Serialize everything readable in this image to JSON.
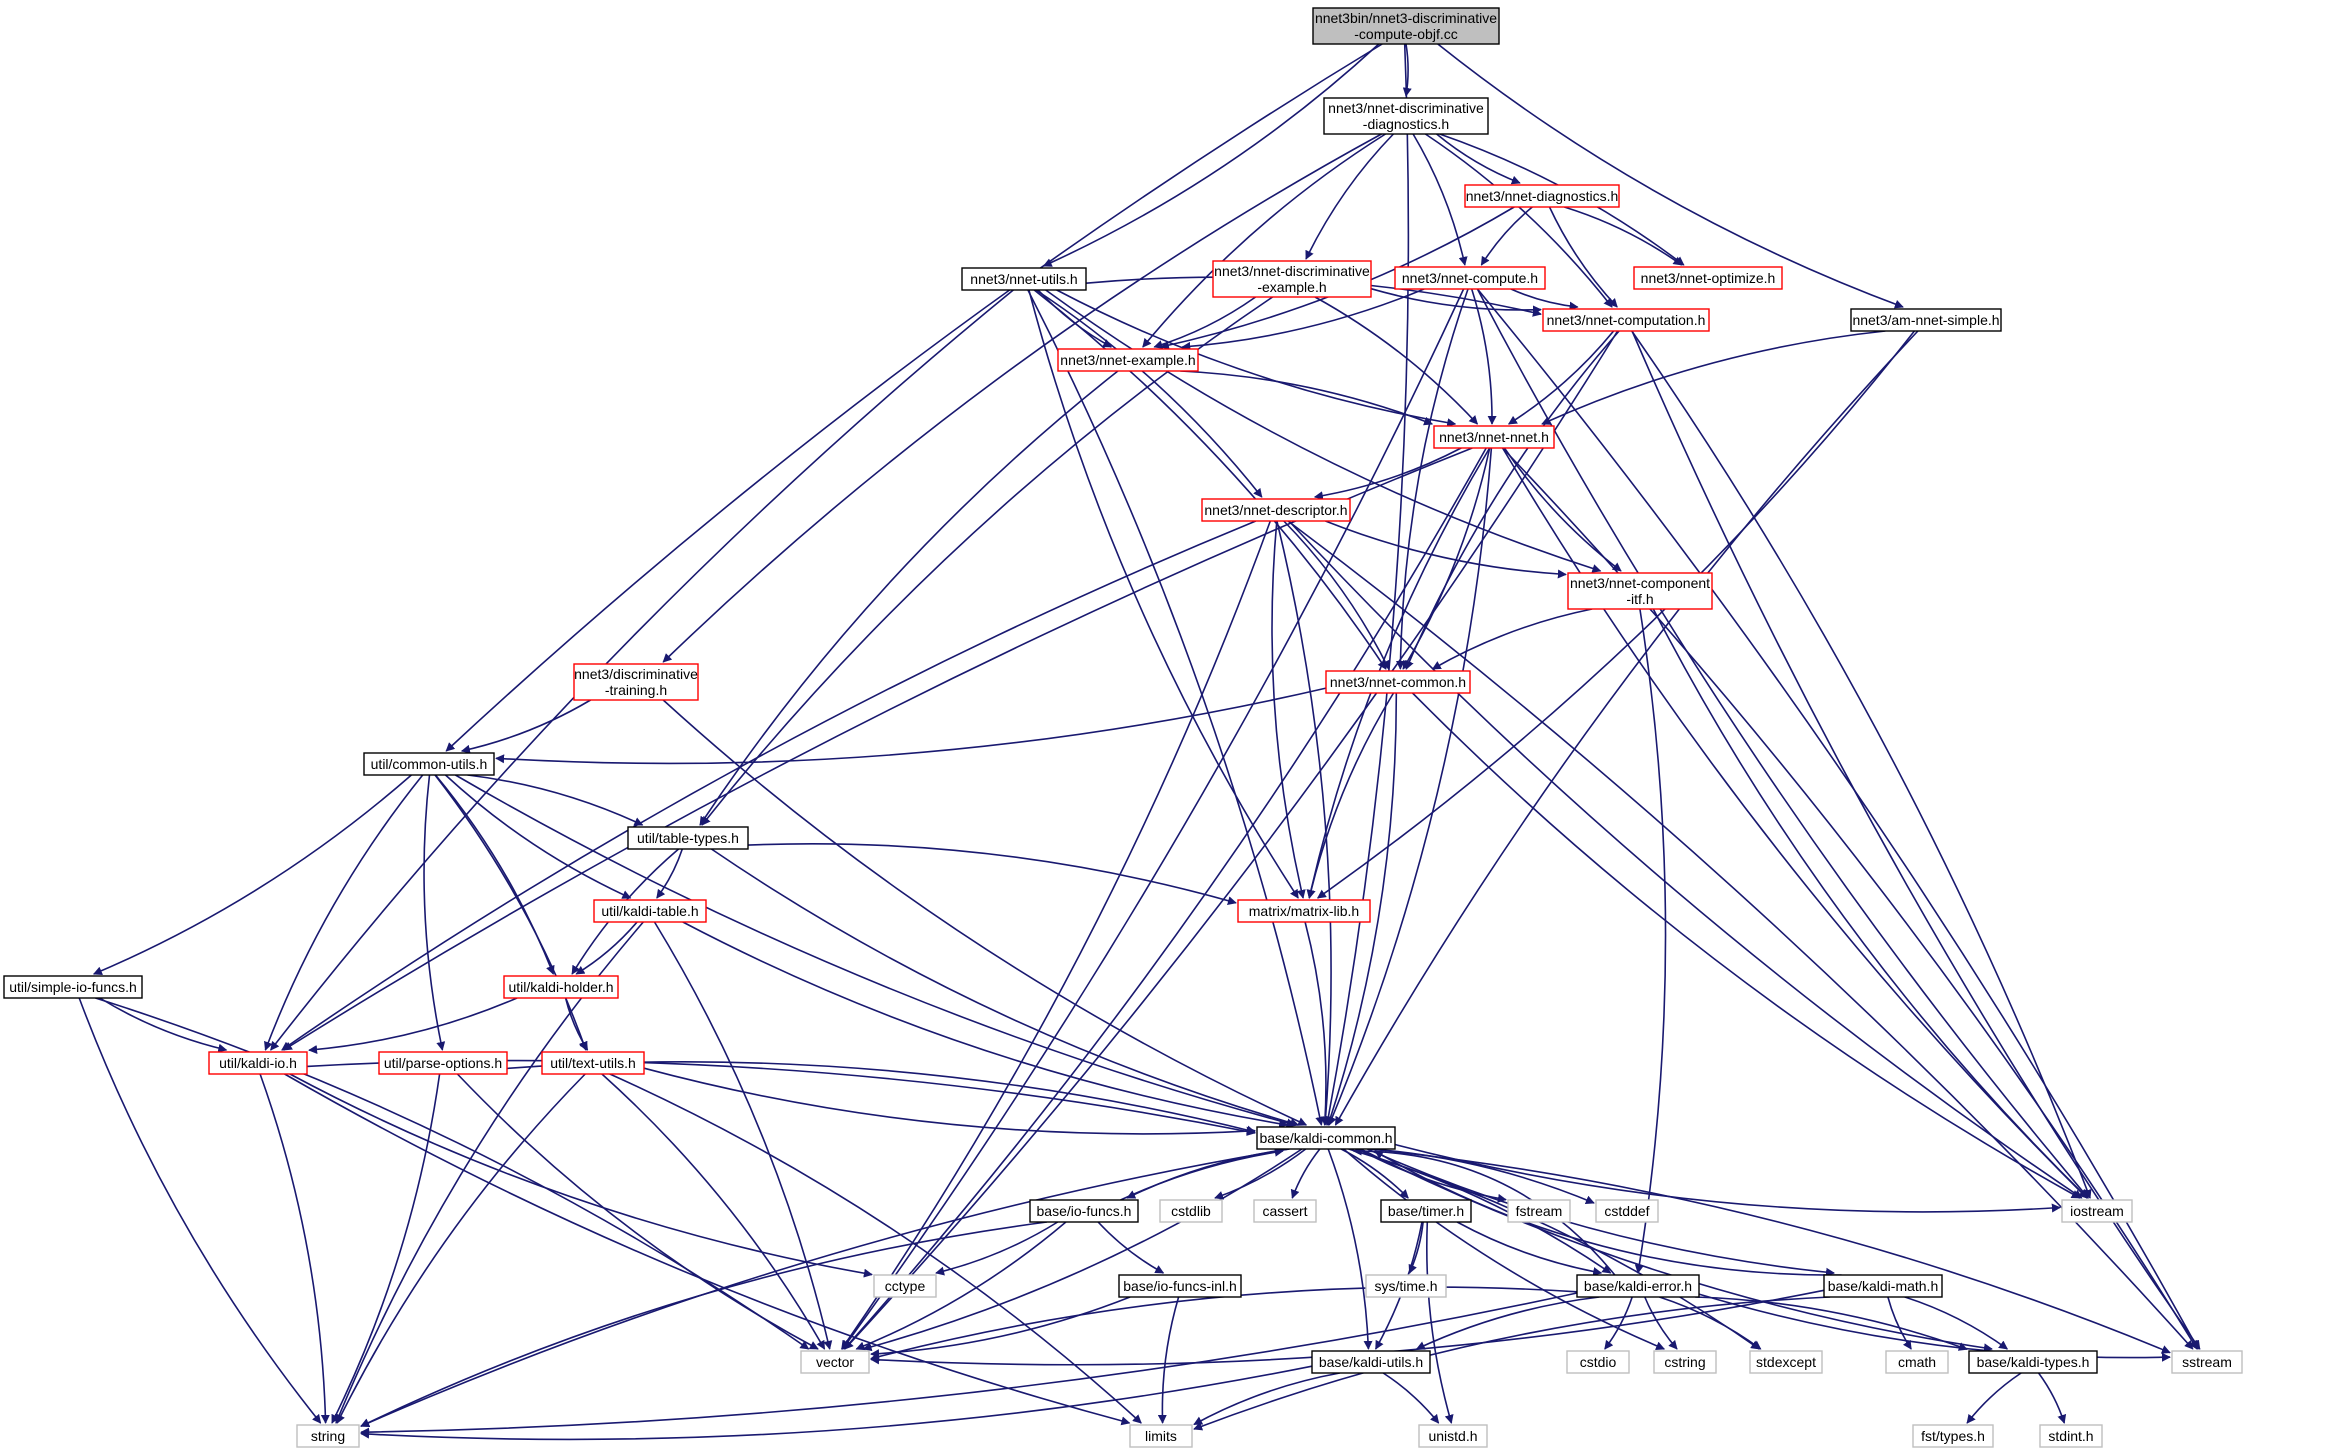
{
  "diagram": {
    "nodes": [
      {
        "id": "root",
        "lines": [
          "nnet3bin/nnet3-discriminative",
          "-compute-objf.cc"
        ],
        "style": "root"
      },
      {
        "id": "diagh",
        "lines": [
          "nnet3/nnet-discriminative",
          "-diagnostics.h"
        ],
        "style": "normal"
      },
      {
        "id": "amsimple",
        "lines": [
          "nnet3/am-nnet-simple.h"
        ],
        "style": "normal"
      },
      {
        "id": "diagnostics",
        "lines": [
          "nnet3/nnet-diagnostics.h"
        ],
        "style": "red"
      },
      {
        "id": "optimize",
        "lines": [
          "nnet3/nnet-optimize.h"
        ],
        "style": "red"
      },
      {
        "id": "discexample",
        "lines": [
          "nnet3/nnet-discriminative",
          "-example.h"
        ],
        "style": "red"
      },
      {
        "id": "compute",
        "lines": [
          "nnet3/nnet-compute.h"
        ],
        "style": "red"
      },
      {
        "id": "utils",
        "lines": [
          "nnet3/nnet-utils.h"
        ],
        "style": "normal"
      },
      {
        "id": "example",
        "lines": [
          "nnet3/nnet-example.h"
        ],
        "style": "red"
      },
      {
        "id": "computation",
        "lines": [
          "nnet3/nnet-computation.h"
        ],
        "style": "red"
      },
      {
        "id": "nnet",
        "lines": [
          "nnet3/nnet-nnet.h"
        ],
        "style": "red"
      },
      {
        "id": "descriptor",
        "lines": [
          "nnet3/nnet-descriptor.h"
        ],
        "style": "red"
      },
      {
        "id": "compitf",
        "lines": [
          "nnet3/nnet-component",
          "-itf.h"
        ],
        "style": "red"
      },
      {
        "id": "disctrain",
        "lines": [
          "nnet3/discriminative",
          "-training.h"
        ],
        "style": "red"
      },
      {
        "id": "common",
        "lines": [
          "nnet3/nnet-common.h"
        ],
        "style": "red"
      },
      {
        "id": "commonutils",
        "lines": [
          "util/common-utils.h"
        ],
        "style": "normal"
      },
      {
        "id": "tabletypes",
        "lines": [
          "util/table-types.h"
        ],
        "style": "normal"
      },
      {
        "id": "kalditable",
        "lines": [
          "util/kaldi-table.h"
        ],
        "style": "red"
      },
      {
        "id": "matrixlib",
        "lines": [
          "matrix/matrix-lib.h"
        ],
        "style": "red"
      },
      {
        "id": "simpleio",
        "lines": [
          "util/simple-io-funcs.h"
        ],
        "style": "normal"
      },
      {
        "id": "holder",
        "lines": [
          "util/kaldi-holder.h"
        ],
        "style": "red"
      },
      {
        "id": "kaldiio",
        "lines": [
          "util/kaldi-io.h"
        ],
        "style": "red"
      },
      {
        "id": "parseopts",
        "lines": [
          "util/parse-options.h"
        ],
        "style": "red"
      },
      {
        "id": "textutils",
        "lines": [
          "util/text-utils.h"
        ],
        "style": "red"
      },
      {
        "id": "kaldicommon",
        "lines": [
          "base/kaldi-common.h"
        ],
        "style": "normal"
      },
      {
        "id": "iofuncs",
        "lines": [
          "base/io-funcs.h"
        ],
        "style": "normal"
      },
      {
        "id": "cstdlib",
        "lines": [
          "cstdlib"
        ],
        "style": "gray"
      },
      {
        "id": "cassert",
        "lines": [
          "cassert"
        ],
        "style": "gray"
      },
      {
        "id": "timer",
        "lines": [
          "base/timer.h"
        ],
        "style": "normal"
      },
      {
        "id": "fstream",
        "lines": [
          "fstream"
        ],
        "style": "gray"
      },
      {
        "id": "cstddef",
        "lines": [
          "cstddef"
        ],
        "style": "gray"
      },
      {
        "id": "iostream",
        "lines": [
          "iostream"
        ],
        "style": "gray"
      },
      {
        "id": "cctype",
        "lines": [
          "cctype"
        ],
        "style": "gray"
      },
      {
        "id": "iofuncsinl",
        "lines": [
          "base/io-funcs-inl.h"
        ],
        "style": "normal"
      },
      {
        "id": "systime",
        "lines": [
          "sys/time.h"
        ],
        "style": "gray"
      },
      {
        "id": "kaldierror",
        "lines": [
          "base/kaldi-error.h"
        ],
        "style": "normal"
      },
      {
        "id": "kaldimath",
        "lines": [
          "base/kaldi-math.h"
        ],
        "style": "normal"
      },
      {
        "id": "vector",
        "lines": [
          "vector"
        ],
        "style": "gray"
      },
      {
        "id": "cstdio",
        "lines": [
          "cstdio"
        ],
        "style": "gray"
      },
      {
        "id": "cstring",
        "lines": [
          "cstring"
        ],
        "style": "gray"
      },
      {
        "id": "stdexcept",
        "lines": [
          "stdexcept"
        ],
        "style": "gray"
      },
      {
        "id": "cmath",
        "lines": [
          "cmath"
        ],
        "style": "gray"
      },
      {
        "id": "kalditypes",
        "lines": [
          "base/kaldi-types.h"
        ],
        "style": "normal"
      },
      {
        "id": "sstream",
        "lines": [
          "sstream"
        ],
        "style": "gray"
      },
      {
        "id": "kaldiutils",
        "lines": [
          "base/kaldi-utils.h"
        ],
        "style": "normal"
      },
      {
        "id": "string",
        "lines": [
          "string"
        ],
        "style": "gray"
      },
      {
        "id": "limits",
        "lines": [
          "limits"
        ],
        "style": "gray"
      },
      {
        "id": "unistd",
        "lines": [
          "unistd.h"
        ],
        "style": "gray"
      },
      {
        "id": "fsttypes",
        "lines": [
          "fst/types.h"
        ],
        "style": "gray"
      },
      {
        "id": "stdint",
        "lines": [
          "stdint.h"
        ],
        "style": "gray"
      }
    ],
    "edges": [
      [
        "root",
        "diagh"
      ],
      [
        "root",
        "amsimple"
      ],
      [
        "root",
        "utils"
      ],
      [
        "root",
        "commonutils"
      ],
      [
        "root",
        "kaldicommon"
      ],
      [
        "diagh",
        "diagnostics"
      ],
      [
        "diagh",
        "optimize"
      ],
      [
        "diagh",
        "discexample"
      ],
      [
        "diagh",
        "compute"
      ],
      [
        "diagh",
        "example"
      ],
      [
        "diagh",
        "computation"
      ],
      [
        "diagh",
        "disctrain"
      ],
      [
        "diagnostics",
        "optimize"
      ],
      [
        "diagnostics",
        "compute"
      ],
      [
        "diagnostics",
        "example"
      ],
      [
        "diagnostics",
        "computation"
      ],
      [
        "discexample",
        "example"
      ],
      [
        "discexample",
        "computation"
      ],
      [
        "discexample",
        "nnet"
      ],
      [
        "discexample",
        "tabletypes"
      ],
      [
        "compute",
        "example"
      ],
      [
        "compute",
        "computation"
      ],
      [
        "compute",
        "nnet"
      ],
      [
        "compute",
        "common"
      ],
      [
        "compute",
        "vector"
      ],
      [
        "compute",
        "iostream"
      ],
      [
        "compute",
        "sstream"
      ],
      [
        "utils",
        "example"
      ],
      [
        "utils",
        "computation"
      ],
      [
        "utils",
        "nnet"
      ],
      [
        "utils",
        "descriptor"
      ],
      [
        "utils",
        "compitf"
      ],
      [
        "utils",
        "common"
      ],
      [
        "utils",
        "matrixlib"
      ],
      [
        "utils",
        "kaldicommon"
      ],
      [
        "utils",
        "kaldiio"
      ],
      [
        "example",
        "nnet"
      ],
      [
        "example",
        "tabletypes"
      ],
      [
        "computation",
        "nnet"
      ],
      [
        "computation",
        "common"
      ],
      [
        "computation",
        "iostream"
      ],
      [
        "computation",
        "sstream"
      ],
      [
        "computation",
        "vector"
      ],
      [
        "amsimple",
        "nnet"
      ],
      [
        "amsimple",
        "matrixlib"
      ],
      [
        "amsimple",
        "kaldicommon"
      ],
      [
        "nnet",
        "descriptor"
      ],
      [
        "nnet",
        "compitf"
      ],
      [
        "nnet",
        "common"
      ],
      [
        "nnet",
        "matrixlib"
      ],
      [
        "nnet",
        "kaldicommon"
      ],
      [
        "nnet",
        "kaldiio"
      ],
      [
        "nnet",
        "vector"
      ],
      [
        "nnet",
        "iostream"
      ],
      [
        "nnet",
        "sstream"
      ],
      [
        "descriptor",
        "compitf"
      ],
      [
        "descriptor",
        "common"
      ],
      [
        "descriptor",
        "matrixlib"
      ],
      [
        "descriptor",
        "kaldicommon"
      ],
      [
        "descriptor",
        "kaldiio"
      ],
      [
        "descriptor",
        "vector"
      ],
      [
        "descriptor",
        "iostream"
      ],
      [
        "descriptor",
        "sstream"
      ],
      [
        "compitf",
        "common"
      ],
      [
        "compitf",
        "kaldierror"
      ],
      [
        "compitf",
        "iostream"
      ],
      [
        "disctrain",
        "commonutils"
      ],
      [
        "disctrain",
        "kaldicommon"
      ],
      [
        "common",
        "commonutils"
      ],
      [
        "common",
        "matrixlib"
      ],
      [
        "common",
        "kaldicommon"
      ],
      [
        "common",
        "iostream"
      ],
      [
        "commonutils",
        "tabletypes"
      ],
      [
        "commonutils",
        "kalditable"
      ],
      [
        "commonutils",
        "holder"
      ],
      [
        "commonutils",
        "kaldiio"
      ],
      [
        "commonutils",
        "simpleio"
      ],
      [
        "commonutils",
        "parseopts"
      ],
      [
        "commonutils",
        "textutils"
      ],
      [
        "commonutils",
        "kaldicommon"
      ],
      [
        "tabletypes",
        "kalditable"
      ],
      [
        "tabletypes",
        "holder"
      ],
      [
        "tabletypes",
        "matrixlib"
      ],
      [
        "tabletypes",
        "kaldicommon"
      ],
      [
        "kalditable",
        "holder"
      ],
      [
        "kalditable",
        "kaldicommon"
      ],
      [
        "kalditable",
        "vector"
      ],
      [
        "kalditable",
        "string"
      ],
      [
        "matrixlib",
        "kaldicommon"
      ],
      [
        "simpleio",
        "kaldiio"
      ],
      [
        "simpleio",
        "vector"
      ],
      [
        "simpleio",
        "string"
      ],
      [
        "holder",
        "kaldiio"
      ],
      [
        "holder",
        "textutils"
      ],
      [
        "kaldiio",
        "kaldicommon"
      ],
      [
        "kaldiio",
        "cctype"
      ],
      [
        "kaldiio",
        "string"
      ],
      [
        "kaldiio",
        "limits"
      ],
      [
        "parseopts",
        "kaldicommon"
      ],
      [
        "parseopts",
        "vector"
      ],
      [
        "parseopts",
        "string"
      ],
      [
        "textutils",
        "kaldicommon"
      ],
      [
        "textutils",
        "vector"
      ],
      [
        "textutils",
        "string"
      ],
      [
        "textutils",
        "limits"
      ],
      [
        "kaldicommon",
        "iofuncs"
      ],
      [
        "kaldicommon",
        "cstdlib"
      ],
      [
        "kaldicommon",
        "cassert"
      ],
      [
        "kaldicommon",
        "timer"
      ],
      [
        "kaldicommon",
        "fstream"
      ],
      [
        "kaldicommon",
        "cstddef"
      ],
      [
        "kaldicommon",
        "iostream"
      ],
      [
        "kaldicommon",
        "kaldierror"
      ],
      [
        "kaldicommon",
        "kaldimath"
      ],
      [
        "kaldicommon",
        "kaldiutils"
      ],
      [
        "kaldicommon",
        "kalditypes"
      ],
      [
        "kaldicommon",
        "vector"
      ],
      [
        "kaldicommon",
        "string"
      ],
      [
        "kaldicommon",
        "sstream"
      ],
      [
        "kaldicommon",
        "cstring"
      ],
      [
        "kaldicommon",
        "stdexcept"
      ],
      [
        "iofuncs",
        "kaldicommon"
      ],
      [
        "iofuncs",
        "cctype"
      ],
      [
        "iofuncs",
        "iofuncsinl"
      ],
      [
        "iofuncs",
        "vector"
      ],
      [
        "iofuncs",
        "string"
      ],
      [
        "iofuncsinl",
        "vector"
      ],
      [
        "iofuncsinl",
        "limits"
      ],
      [
        "timer",
        "systime"
      ],
      [
        "timer",
        "kaldierror"
      ],
      [
        "timer",
        "kaldiutils"
      ],
      [
        "timer",
        "unistd"
      ],
      [
        "kaldierror",
        "kaldicommon"
      ],
      [
        "kaldierror",
        "vector"
      ],
      [
        "kaldierror",
        "cstdio"
      ],
      [
        "kaldierror",
        "cstring"
      ],
      [
        "kaldierror",
        "stdexcept"
      ],
      [
        "kaldierror",
        "sstream"
      ],
      [
        "kaldierror",
        "kalditypes"
      ],
      [
        "kaldierror",
        "kaldiutils"
      ],
      [
        "kaldierror",
        "string"
      ],
      [
        "kaldimath",
        "kaldicommon"
      ],
      [
        "kaldimath",
        "vector"
      ],
      [
        "kaldimath",
        "cmath"
      ],
      [
        "kaldimath",
        "kalditypes"
      ],
      [
        "kaldimath",
        "limits"
      ],
      [
        "kaldiutils",
        "string"
      ],
      [
        "kaldiutils",
        "limits"
      ],
      [
        "kaldiutils",
        "unistd"
      ],
      [
        "kalditypes",
        "fsttypes"
      ],
      [
        "kalditypes",
        "stdint"
      ]
    ]
  },
  "colors": {
    "edge": "#191970",
    "normal_border": "#000000",
    "red_border": "#ff0000",
    "gray_border": "#bfbfbf",
    "root_fill": "#bfbfbf",
    "fill": "#ffffff"
  }
}
